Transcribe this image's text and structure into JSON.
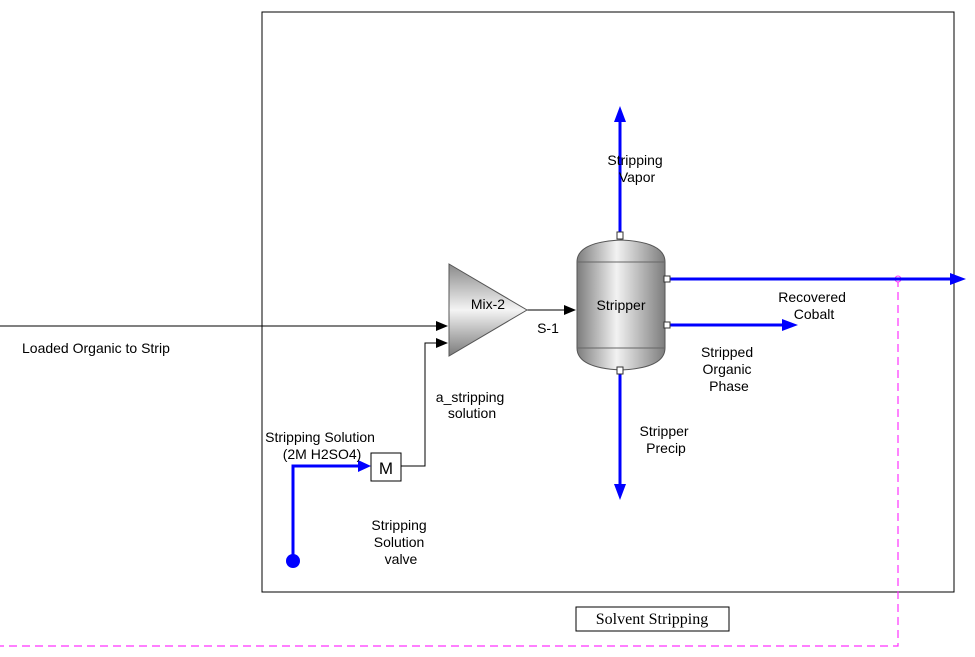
{
  "colors": {
    "stream_blue": "#0000ff",
    "stream_black": "#000000",
    "signal_magenta": "#ff33ff",
    "frame": "#000000"
  },
  "units": {
    "mixer": {
      "label": "Mix-2"
    },
    "stripper": {
      "label": "Stripper"
    },
    "valve": {
      "label": "M"
    }
  },
  "streams": {
    "loaded_organic": "Loaded Organic to Strip",
    "s1": "S-1",
    "a_stripping": [
      "a_stripping",
      "solution"
    ],
    "stripping_solution": [
      "Stripping Solution",
      "(2M H2SO4)"
    ],
    "stripping_valve": [
      "Stripping",
      "Solution",
      "valve"
    ],
    "stripping_vapor": [
      "Stripping",
      "Vapor"
    ],
    "recovered_cobalt": [
      "Recovered",
      "Cobalt"
    ],
    "stripped_organic": [
      "Stripped",
      "Organic",
      "Phase"
    ],
    "stripper_precip": [
      "Stripper",
      "Precip"
    ]
  },
  "section": {
    "title": "Solvent Stripping"
  }
}
